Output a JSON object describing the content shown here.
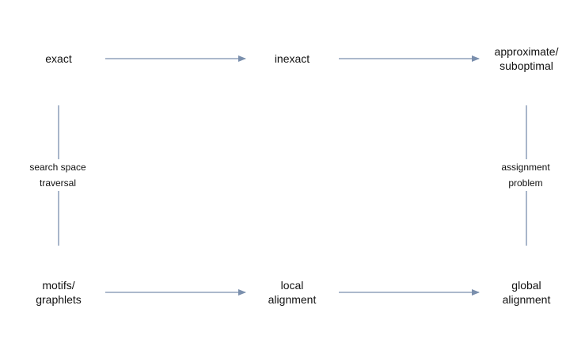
{
  "nodes": {
    "exact": {
      "lines": [
        "exact"
      ]
    },
    "inexact": {
      "lines": [
        "inexact"
      ]
    },
    "approximate": {
      "lines": [
        "approximate/",
        "suboptimal"
      ]
    },
    "motifs": {
      "lines": [
        "motifs/",
        "graphlets"
      ]
    },
    "local": {
      "lines": [
        "local",
        "alignment"
      ]
    },
    "global": {
      "lines": [
        "global",
        "alignment"
      ]
    }
  },
  "edge_labels": {
    "left": {
      "lines": [
        "search space",
        "traversal"
      ]
    },
    "right": {
      "lines": [
        "assignment",
        "problem"
      ]
    }
  },
  "edges": [
    {
      "from": "exact",
      "to": "inexact",
      "arrow": true
    },
    {
      "from": "inexact",
      "to": "approximate",
      "arrow": true
    },
    {
      "from": "motifs",
      "to": "local",
      "arrow": true
    },
    {
      "from": "local",
      "to": "global",
      "arrow": true
    },
    {
      "from": "exact",
      "to": "motifs",
      "arrow": false,
      "label": "left"
    },
    {
      "from": "approximate",
      "to": "global",
      "arrow": false,
      "label": "right"
    }
  ],
  "colors": {
    "edge": "#7a8fad",
    "text": "#111111"
  }
}
